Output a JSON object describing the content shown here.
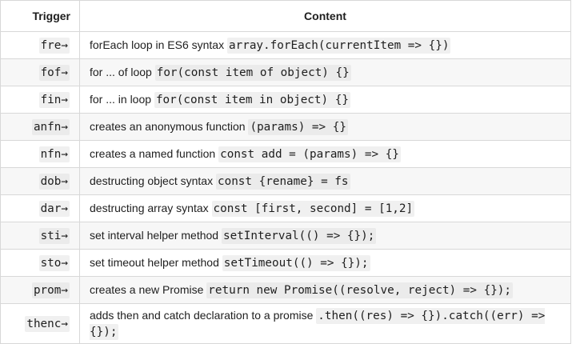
{
  "table": {
    "headers": {
      "trigger": "Trigger",
      "content": "Content"
    },
    "rows": [
      {
        "trigger": "fre→",
        "description": "forEach loop in ES6 syntax",
        "code": "array.forEach(currentItem => {})"
      },
      {
        "trigger": "fof→",
        "description": "for ... of loop",
        "code": "for(const item of object) {}"
      },
      {
        "trigger": "fin→",
        "description": "for ... in loop",
        "code": "for(const item in object) {}"
      },
      {
        "trigger": "anfn→",
        "description": "creates an anonymous function",
        "code": "(params) => {}"
      },
      {
        "trigger": "nfn→",
        "description": "creates a named function",
        "code": "const add = (params) => {}"
      },
      {
        "trigger": "dob→",
        "description": "destructing object syntax",
        "code": "const {rename} = fs"
      },
      {
        "trigger": "dar→",
        "description": "destructing array syntax",
        "code": "const [first, second] = [1,2]"
      },
      {
        "trigger": "sti→",
        "description": "set interval helper method",
        "code": "setInterval(() => {});"
      },
      {
        "trigger": "sto→",
        "description": "set timeout helper method",
        "code": "setTimeout(() => {});"
      },
      {
        "trigger": "prom→",
        "description": "creates a new Promise",
        "code": "return new Promise((resolve, reject) => {});"
      },
      {
        "trigger": "thenc→",
        "description": "adds then and catch declaration to a promise",
        "code": ".then((res) => {}).catch((err) => {});"
      }
    ]
  }
}
